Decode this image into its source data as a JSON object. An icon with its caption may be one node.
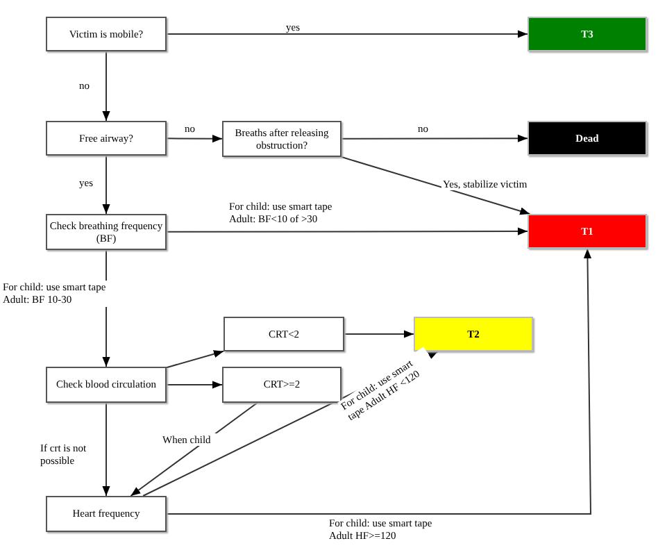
{
  "diagram": {
    "nodes": [
      {
        "text": [
          "Victim is mobile?"
        ]
      },
      {
        "text": [
          "T3"
        ]
      },
      {
        "text": [
          "Free airway?"
        ]
      },
      {
        "text": [
          "Breaths after releasing obstruction?"
        ]
      },
      {
        "text": [
          "Dead"
        ]
      },
      {
        "text": [
          "Check breathing frequency (BF)"
        ]
      },
      {
        "text": [
          "T1"
        ]
      },
      {
        "text": [
          "CRT<2"
        ]
      },
      {
        "text": [
          "T2"
        ]
      },
      {
        "text": [
          "Check blood circulation"
        ]
      },
      {
        "text": [
          "CRT>=2"
        ]
      },
      {
        "text": [
          "Heart frequency"
        ]
      }
    ],
    "edges": [
      {
        "from": 0,
        "to": 1,
        "arrow": "to",
        "label": "yes"
      },
      {
        "from": 0,
        "to": 2,
        "arrow": "to",
        "label": "no"
      },
      {
        "from": 2,
        "to": 3,
        "arrow": "to",
        "label": "no"
      },
      {
        "from": 3,
        "to": 4,
        "arrow": "to",
        "label": "no"
      },
      {
        "from": 3,
        "to": 6,
        "arrow": "to",
        "label": "Yes, stabilize victim"
      },
      {
        "from": 2,
        "to": 5,
        "arrow": "to",
        "label": "yes"
      },
      {
        "from": 5,
        "to": 6,
        "arrow": "to",
        "label": "For child: use smart tape Adult: BF<10 of >30"
      },
      {
        "from": 5,
        "to": 9,
        "arrow": "to",
        "label": "For child: use smart tape Adult: BF 10-30"
      },
      {
        "from": 9,
        "to": 7,
        "arrow": "to"
      },
      {
        "from": 9,
        "to": 10,
        "arrow": "to"
      },
      {
        "from": 7,
        "to": 8,
        "arrow": "to"
      },
      {
        "from": 10,
        "to": 11,
        "arrow": "to",
        "label": "When child"
      },
      {
        "from": 9,
        "to": 11,
        "arrow": "to",
        "label": "If crt is not possible"
      },
      {
        "from": 11,
        "to": 8,
        "arrow": "to",
        "label": "For child: use smart tape Adult HF <120"
      },
      {
        "from": 11,
        "to": 6,
        "arrow": "to",
        "label": "For child: use smart tape Adult HF>=120"
      }
    ]
  }
}
